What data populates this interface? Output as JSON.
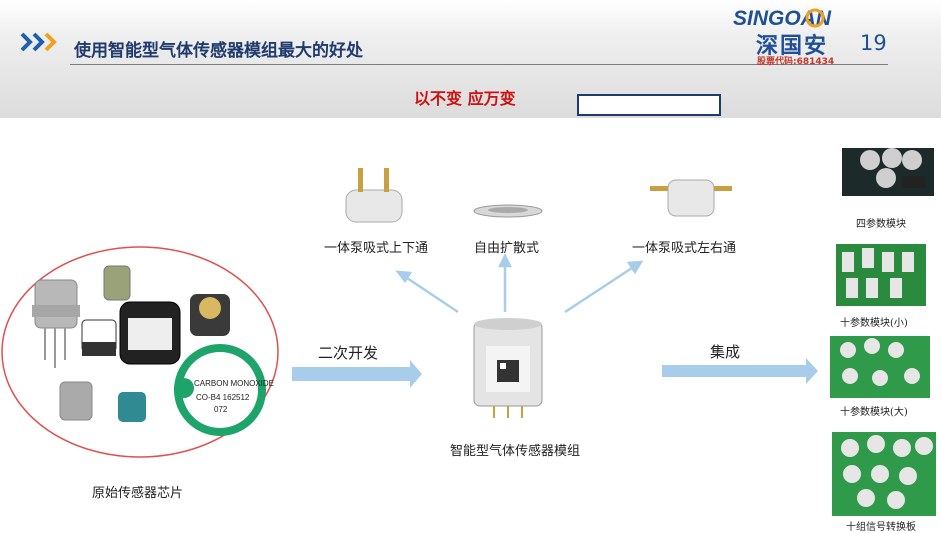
{
  "header": {
    "title": "使用智能型气体传感器模组最大的好处",
    "logo_text": "SINGOAN",
    "logo_cn": "深国安",
    "stock_code": "股票代码:681434",
    "page_number": "19"
  },
  "slogan": "以不变 应万变",
  "variants": {
    "pump_vertical": "一体泵吸式上下通",
    "free_diffusion": "自由扩散式",
    "pump_horizontal": "一体泵吸式左右通"
  },
  "center_module": "智能型气体传感器模组",
  "raw_chips": "原始传感器芯片",
  "arrows": {
    "develop": "二次开发",
    "integrate": "集成"
  },
  "boards": {
    "four_param": "四参数模块",
    "ten_small": "十参数模块(小)",
    "ten_large": "十参数模块(大)",
    "tail_text": "十组信号转换板"
  },
  "colors": {
    "title_blue": "#1f3b6e",
    "slogan_red": "#d01010",
    "arrow_blue": "#a8cdea",
    "circle_red": "#e05050"
  }
}
